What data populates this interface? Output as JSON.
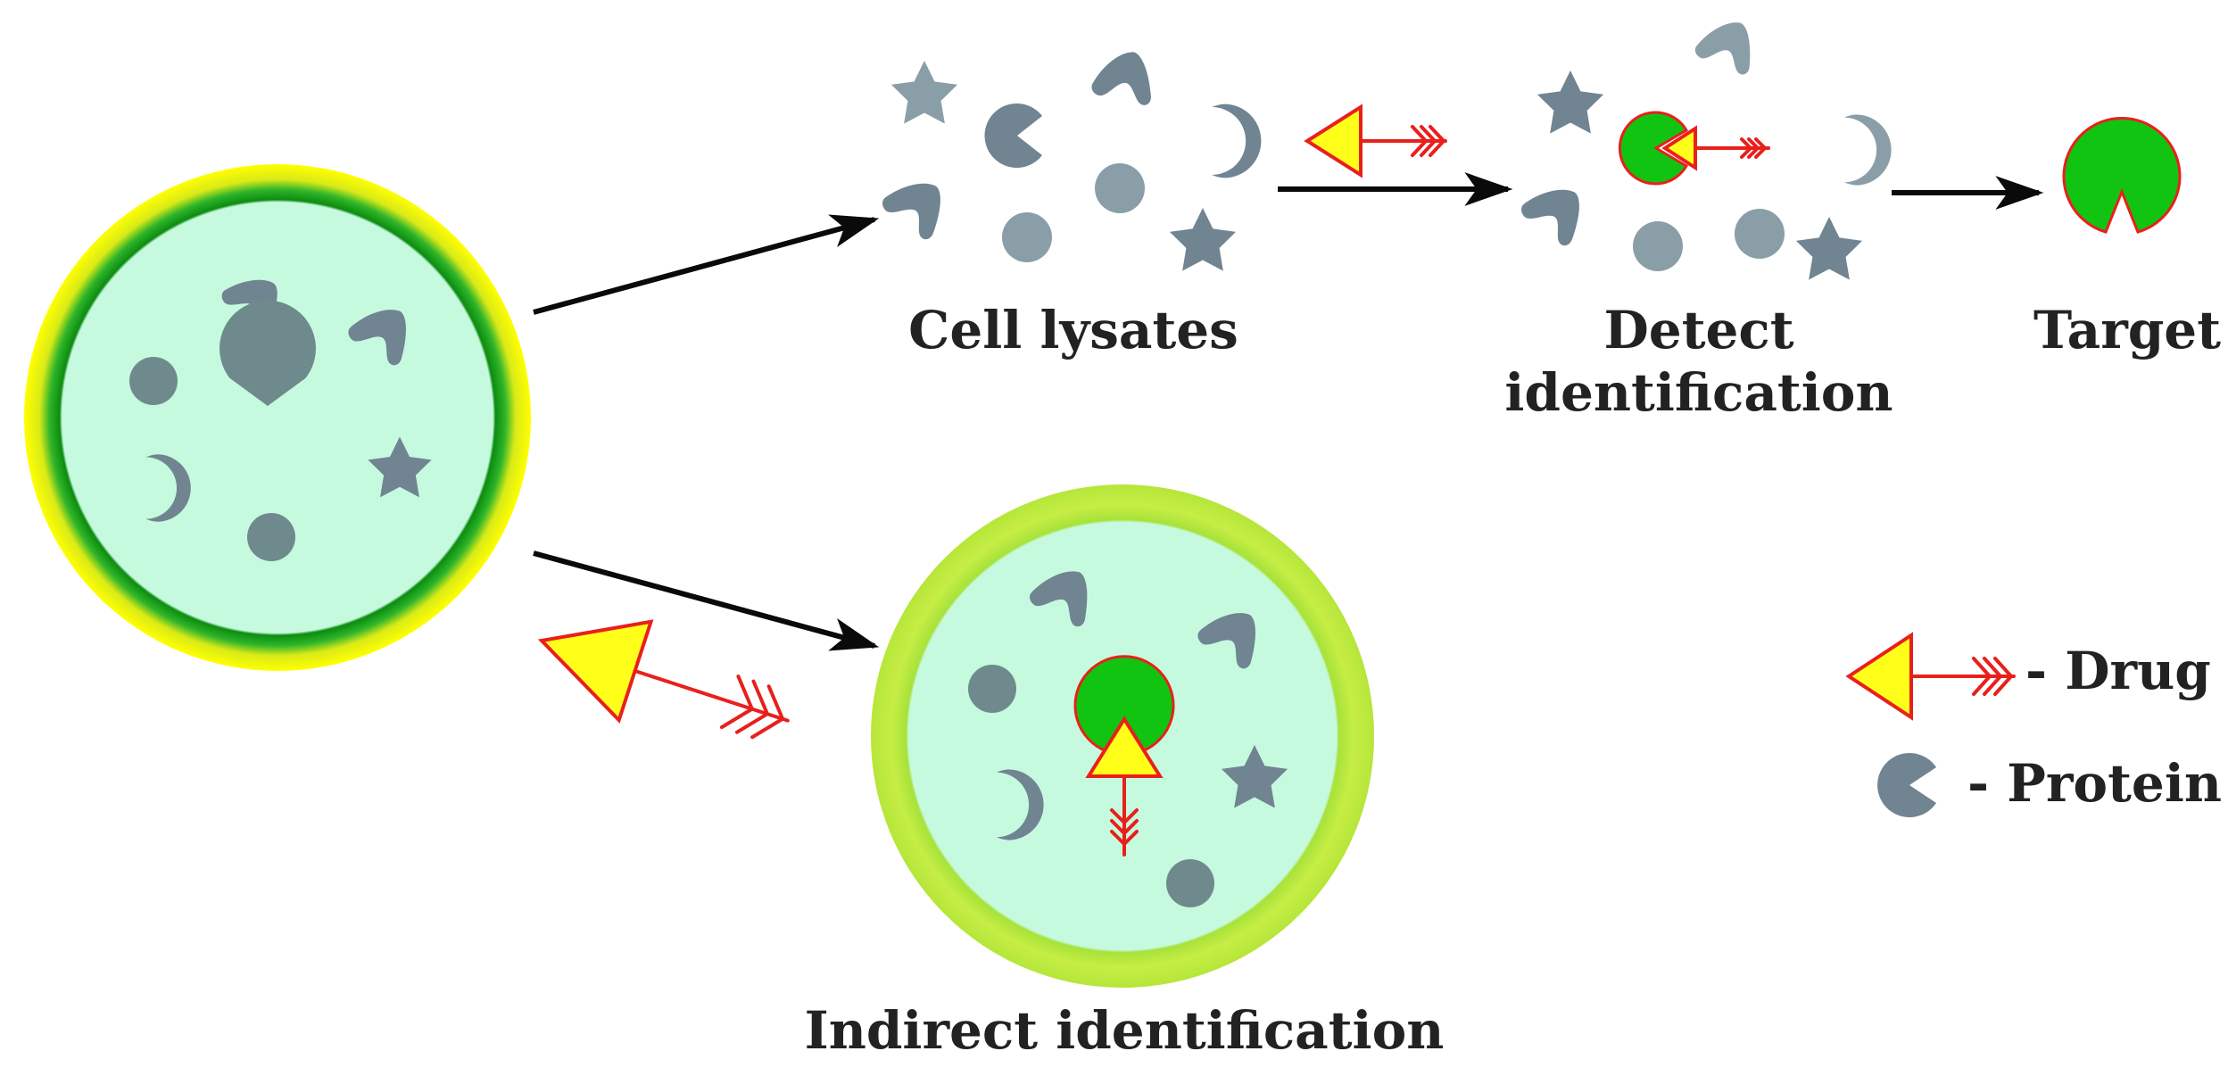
{
  "labels": {
    "cell_lysates": "Cell lysates",
    "detect_line1": "Detect",
    "detect_line2": "identification",
    "target": "Target",
    "indirect": "Indirect identification",
    "legend_drug": "- Drug",
    "legend_protein": "- Protein"
  },
  "colors": {
    "cell_outer_yellow": "#f5f500",
    "cell_ring_green": "#12a015",
    "cytoplasm": "#c6fadf",
    "protein": "#708492",
    "bound_protein": "#11c411",
    "drug_fill": "#ffff1a",
    "drug_stroke": "#e8201c",
    "lime_ring": "#bdea3c",
    "arrow": "#0a0a0a",
    "text": "#222222"
  },
  "icons": {
    "protein": "pacman-shape",
    "drug": "arrow-with-triangle-head",
    "other_proteins": [
      "star-shape",
      "circle-shape",
      "boomerang-shape",
      "crescent-shape"
    ]
  }
}
